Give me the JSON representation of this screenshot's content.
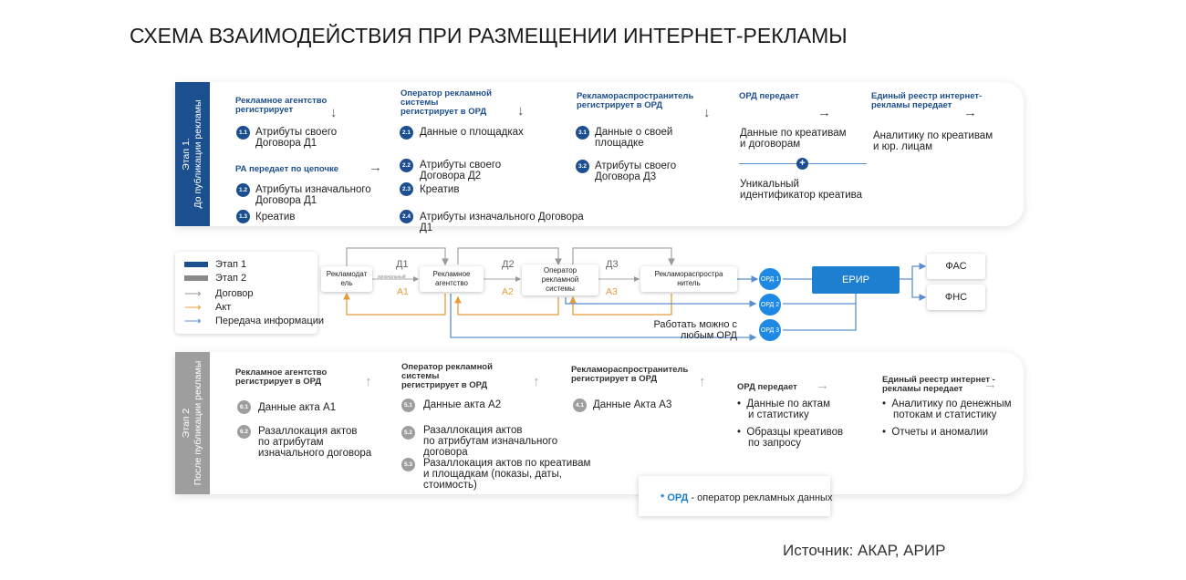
{
  "title": "СХЕМА ВЗАИМОДЕЙСТВИЯ ПРИ РАЗМЕЩЕНИИ ИНТЕРНЕТ-РЕКЛАМЫ",
  "colors": {
    "stage1": "#1c4f8f",
    "stage2": "#9e9e9e",
    "act": "#e89c3c",
    "info": "#5b8fd1",
    "erir": "#1e7fd0"
  },
  "stage1": {
    "bar_line1": "Этап 1.",
    "bar_line2": "До публикации рекламы",
    "col1": {
      "header1": "Рекламное агентство",
      "header2": "регистрирует",
      "i11_num": "1.1",
      "i11a": "Атрибуты своего",
      "i11b": "Договора Д1",
      "sub_header": "РА передает по цепочке",
      "i12_num": "1.2",
      "i12a": "Атрибуты изначального",
      "i12b": "Договора Д1",
      "i13_num": "1.3",
      "i13a": "Креатив"
    },
    "col2": {
      "header1": "Оператор рекламной",
      "header2": "системы",
      "header3": "регистрирует в ОРД",
      "i21_num": "2.1",
      "i21a": "Данные о площадках",
      "i22_num": "2.2",
      "i22a": "Атрибуты своего",
      "i22b": "Договора Д2",
      "i23_num": "2.3",
      "i23a": "Креатив",
      "i24_num": "2.4",
      "i24a": "Атрибуты изначального Договора",
      "i24b": "Д1"
    },
    "col3": {
      "header1": "Рекламораспространитель",
      "header2": "регистрирует в ОРД",
      "i31_num": "3.1",
      "i31a": "Данные о своей",
      "i31b": "площадке",
      "i32_num": "3.2",
      "i32a": "Атрибуты своего",
      "i32b": "Договора Д3"
    },
    "col4": {
      "header1": "ОРД передает",
      "l1": "Данные по креативам",
      "l2": "и договорам",
      "l3": "Уникальный",
      "l4": "идентификатор креатива"
    },
    "col5": {
      "header1": "Единый реестр интернет-",
      "header2": "рекламы передает",
      "l1": "Аналитику по креативам",
      "l2": "и юр. лицам"
    }
  },
  "legend": {
    "stage1": "Этап 1",
    "stage2": "Этап 2",
    "contract": "Договор",
    "act": "Акт",
    "info": "Передача информации"
  },
  "flow": {
    "n1a": "Рекламодат",
    "n1b": "ель",
    "n2a": "Рекламное",
    "n2b": "агентство",
    "n3a": "Оператор",
    "n3b": "рекламной",
    "n3c": "системы",
    "n4a": "Рекламораспростра",
    "n4b": "нитель",
    "d1": "Д1",
    "d2": "Д2",
    "d3": "Д3",
    "small_d1": "изначальный",
    "a1": "А1",
    "a2": "А2",
    "a3": "А3",
    "ord1": "ОРД 1",
    "ord2": "ОРД 2",
    "ord3": "ОРД 3",
    "erir": "ЕРИР",
    "fas": "ФАС",
    "fns": "ФНС",
    "note1": "Работать можно с",
    "note2": "любым ОРД"
  },
  "stage2": {
    "bar_line1": "Этап 2",
    "bar_line2": "После публикации рекламы",
    "col1": {
      "header1": "Рекламное агентство",
      "header2": "регистрирует в ОРД",
      "i61_num": "6.1",
      "i61a": "Данные акта А1",
      "i62_num": "6.2",
      "i62a": "Разаллокация актов",
      "i62b": "по атрибутам",
      "i62c": "изначального договора"
    },
    "col2": {
      "header1": "Оператор рекламной",
      "header2": "системы",
      "header3": "регистрирует в ОРД",
      "i51_num": "5.1",
      "i51a": "Данные акта А2",
      "i52_num": "5.2",
      "i52a": "Разаллокация актов",
      "i52b": "по атрибутам изначального",
      "i52c": "договора",
      "i53_num": "5.3",
      "i53a": "Разаллокация актов по креативам",
      "i53b": "и площадкам (показы, даты,",
      "i53c": "стоимость)"
    },
    "col3": {
      "header1": "Рекламораспространитель",
      "header2": "регистрирует в ОРД",
      "i41_num": "4.1",
      "i41a": "Данные Акта А3"
    },
    "col4": {
      "header1": "ОРД передает",
      "b1a": "Данные по актам",
      "b1b": "и статистику",
      "b2a": "Образцы креативов",
      "b2b": "по запросу"
    },
    "col5": {
      "header1": "Единый реестр интернет -",
      "header2": "рекламы передает",
      "b1a": "Аналитику по денежным",
      "b1b": "потокам и статистику",
      "b2a": "Отчеты и аномалии"
    }
  },
  "note": {
    "star": "* ОРД",
    "text": " - оператор рекламных данных"
  },
  "source": "Источник: АКАР, АРИР"
}
